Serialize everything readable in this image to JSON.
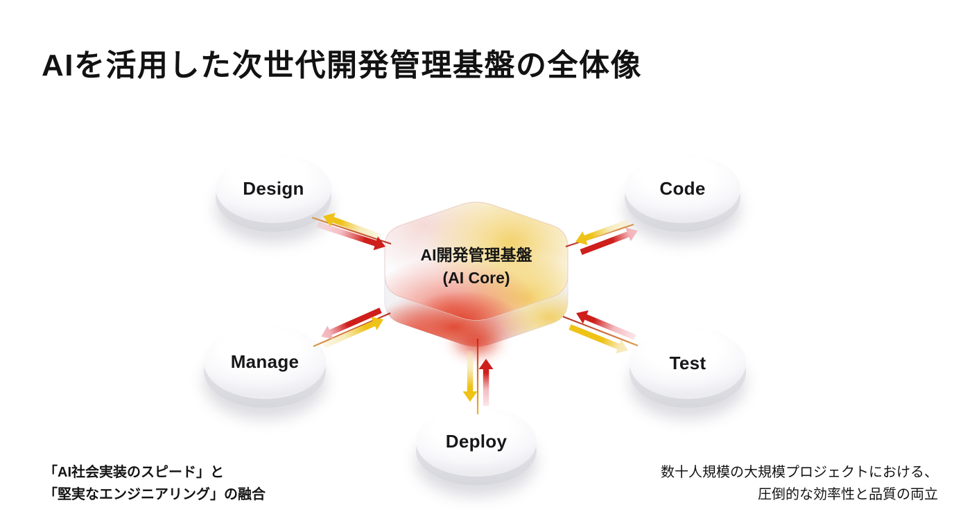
{
  "title": "AIを活用した次世代開発管理基盤の全体像",
  "core": {
    "line1": "AI開発管理基盤",
    "line2": "(AI Core)"
  },
  "nodes": [
    {
      "id": "design",
      "label": "Design"
    },
    {
      "id": "code",
      "label": "Code"
    },
    {
      "id": "manage",
      "label": "Manage"
    },
    {
      "id": "test",
      "label": "Test"
    },
    {
      "id": "deploy",
      "label": "Deploy"
    }
  ],
  "footnotes": {
    "left_line1": "「AI社会実装のスピード」と",
    "left_line2": "「堅実なエンジニアリング」の融合",
    "right_line1": "数十人規模の大規模プロジェクトにおける、",
    "right_line2": "圧倒的な効率性と品質の両立"
  },
  "colors": {
    "background": "#FFFFFF",
    "text": "#141414",
    "arrow_yellow": "#EEC217",
    "arrow_yellow_pale": "#F6E7AE",
    "arrow_red": "#CE1F1B",
    "arrow_pink": "#F2AFB6",
    "line_dark": "#B5261C",
    "line_warm": "#D8953F",
    "line_gold": "#E2B41E",
    "hex_face": "#FCFCFE",
    "glow_yellow": "#F2CE5E",
    "glow_red": "#E8503A",
    "glow_red_strong": "#DE3B22",
    "glow_pink": "#F0C7C0"
  }
}
